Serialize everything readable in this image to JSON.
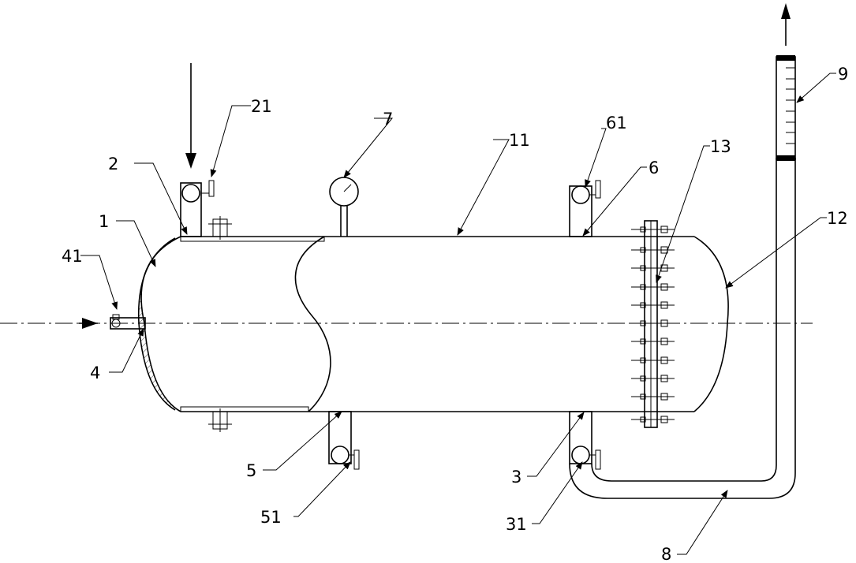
{
  "labels": {
    "l1": "1",
    "l2": "2",
    "l21": "21",
    "l7": "7",
    "l11": "11",
    "l61": "61",
    "l6": "6",
    "l13": "13",
    "l9": "9",
    "l12": "12",
    "l41": "41",
    "l4": "4",
    "l5": "5",
    "l51": "51",
    "l3": "3",
    "l31": "31",
    "l8": "8"
  }
}
